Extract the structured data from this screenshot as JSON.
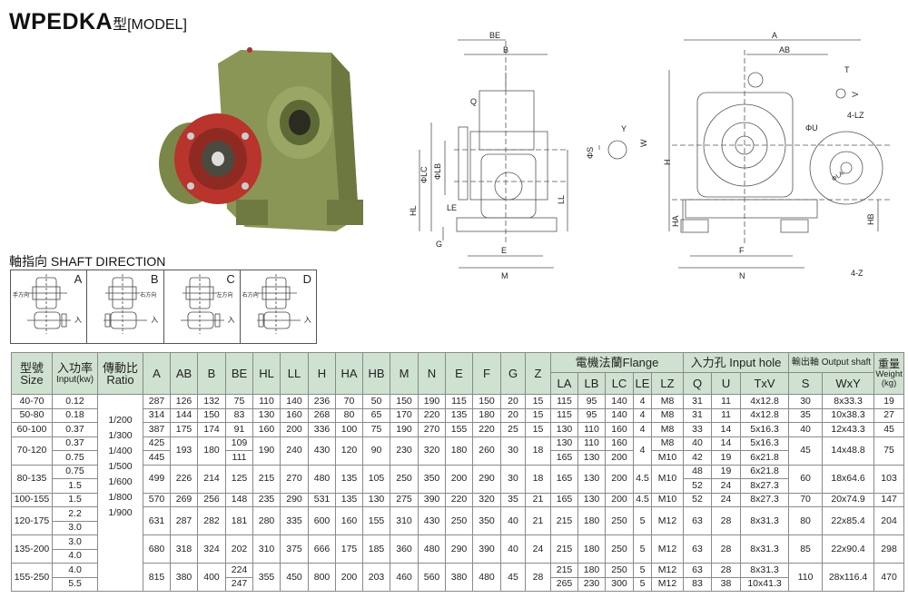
{
  "title": {
    "model": "WPEDKA",
    "suffix": "型[MODEL]"
  },
  "shaft_direction": {
    "title": "軸指向  SHAFT DIRECTION",
    "panels": [
      {
        "label": "A",
        "side_text": "手方向",
        "input_mark": "入"
      },
      {
        "label": "B",
        "side_text": "右方向",
        "input_mark": "入"
      },
      {
        "label": "C",
        "side_text": "左方向",
        "input_mark": "入"
      },
      {
        "label": "D",
        "side_text": "右方向",
        "input_mark": "入"
      }
    ]
  },
  "drawing_labels": {
    "BE": "BE",
    "B": "B",
    "Q": "Q",
    "LC": "ΦLC",
    "LB": "ΦLB",
    "HL": "HL",
    "LE": "LE",
    "G": "G",
    "E": "E",
    "M": "M",
    "LL": "LL",
    "Y": "Y",
    "S": "ΦS",
    "W": "W",
    "A": "A",
    "AB": "AB",
    "T": "T",
    "V": "V",
    "U": "ΦU",
    "LZ": "4-LZ",
    "H": "H",
    "HA": "HA",
    "HB": "HB",
    "F": "F",
    "N": "N",
    "Z": "4-Z",
    "LA": "ΦLA"
  },
  "table": {
    "headers": {
      "size": {
        "zh": "型號",
        "en": "Size"
      },
      "input": {
        "zh": "入功率",
        "en": "Input(kw)"
      },
      "ratio": {
        "zh": "傳動比",
        "en": "Ratio"
      },
      "flange": "電機法蘭Flange",
      "input_hole": "入力孔 Input hole",
      "output_shaft": "輸出軸 Output shaft",
      "weight": {
        "zh": "重量",
        "en": "Weight",
        "unit": "(kg)"
      }
    },
    "columns": [
      "A",
      "AB",
      "B",
      "BE",
      "HL",
      "LL",
      "H",
      "HA",
      "HB",
      "M",
      "N",
      "E",
      "F",
      "G",
      "Z",
      "LA",
      "LB",
      "LC",
      "LE",
      "LZ",
      "Q",
      "U",
      "TxV",
      "S",
      "WxY"
    ],
    "ratios": [
      "1/200",
      "1/300",
      "1/400",
      "1/500",
      "1/600",
      "1/800",
      "1/900"
    ],
    "rows": [
      {
        "size": "40-70",
        "inputs": [
          "0.12"
        ],
        "cells": {
          "A": "287",
          "AB": "126",
          "B": "132",
          "BE": "75",
          "HL": "110",
          "LL": "140",
          "H": "236",
          "HA": "70",
          "HB": "50",
          "M": "150",
          "N": "190",
          "E": "115",
          "F": "150",
          "G": "20",
          "Z": "15",
          "LA": "115",
          "LB": "95",
          "LC": "140",
          "LE": "4",
          "LZ": "M8",
          "Q": "31",
          "U": "11",
          "TxV": "4x12.8",
          "S": "30",
          "WxY": "8x33.3",
          "W": "19"
        }
      },
      {
        "size": "50-80",
        "inputs": [
          "0.18"
        ],
        "cells": {
          "A": "314",
          "AB": "144",
          "B": "150",
          "BE": "83",
          "HL": "130",
          "LL": "160",
          "H": "268",
          "HA": "80",
          "HB": "65",
          "M": "170",
          "N": "220",
          "E": "135",
          "F": "180",
          "G": "20",
          "Z": "15",
          "LA": "115",
          "LB": "95",
          "LC": "140",
          "LE": "4",
          "LZ": "M8",
          "Q": "31",
          "U": "11",
          "TxV": "4x12.8",
          "S": "35",
          "WxY": "10x38.3",
          "W": "27"
        }
      },
      {
        "size": "60-100",
        "inputs": [
          "0.37"
        ],
        "cells": {
          "A": "387",
          "AB": "175",
          "B": "174",
          "BE": "91",
          "HL": "160",
          "LL": "200",
          "H": "336",
          "HA": "100",
          "HB": "75",
          "M": "190",
          "N": "270",
          "E": "155",
          "F": "220",
          "G": "25",
          "Z": "15",
          "LA": "130",
          "LB": "110",
          "LC": "160",
          "LE": "4",
          "LZ": "M8",
          "Q": "33",
          "U": "14",
          "TxV": "5x16.3",
          "S": "40",
          "WxY": "12x43.3",
          "W": "45"
        }
      },
      {
        "size": "70-120",
        "inputs": [
          "0.37",
          "0.75"
        ],
        "cells": {
          "A": [
            "425",
            "445"
          ],
          "AB": "193",
          "B": "180",
          "BE": [
            "109",
            "111"
          ],
          "HL": "190",
          "LL": "240",
          "H": "430",
          "HA": "120",
          "HB": "90",
          "M": "230",
          "N": "320",
          "E": "180",
          "F": "260",
          "G": "30",
          "Z": "18",
          "LA": [
            "130",
            "165"
          ],
          "LB": [
            "110",
            "130"
          ],
          "LC": [
            "160",
            "200"
          ],
          "LE": "4",
          "LZ": [
            "M8",
            "M10"
          ],
          "Q": [
            "40",
            "42"
          ],
          "U": [
            "14",
            "19"
          ],
          "TxV": [
            "5x16.3",
            "6x21.8"
          ],
          "S": "45",
          "WxY": "14x48.8",
          "W": "75"
        }
      },
      {
        "size": "80-135",
        "inputs": [
          "0.75",
          "1.5"
        ],
        "cells": {
          "A": "499",
          "AB": "226",
          "B": "214",
          "BE": "125",
          "HL": "215",
          "LL": "270",
          "H": "480",
          "HA": "135",
          "HB": "105",
          "M": "250",
          "N": "350",
          "E": "200",
          "F": "290",
          "G": "30",
          "Z": "18",
          "LA": "165",
          "LB": "130",
          "LC": "200",
          "LE": "4.5",
          "LZ": "M10",
          "Q": [
            "48",
            "52"
          ],
          "U": [
            "19",
            "24"
          ],
          "TxV": [
            "6x21.8",
            "8x27.3"
          ],
          "S": "60",
          "WxY": "18x64.6",
          "W": "103"
        }
      },
      {
        "size": "100-155",
        "inputs": [
          "1.5"
        ],
        "cells": {
          "A": "570",
          "AB": "269",
          "B": "256",
          "BE": "148",
          "HL": "235",
          "LL": "290",
          "H": "531",
          "HA": "135",
          "HB": "130",
          "M": "275",
          "N": "390",
          "E": "220",
          "F": "320",
          "G": "35",
          "Z": "21",
          "LA": "165",
          "LB": "130",
          "LC": "200",
          "LE": "4.5",
          "LZ": "M10",
          "Q": "52",
          "U": "24",
          "TxV": "8x27.3",
          "S": "70",
          "WxY": "20x74.9",
          "W": "147"
        }
      },
      {
        "size": "120-175",
        "inputs": [
          "2.2",
          "3.0"
        ],
        "cells": {
          "A": "631",
          "AB": "287",
          "B": "282",
          "BE": "181",
          "HL": "280",
          "LL": "335",
          "H": "600",
          "HA": "160",
          "HB": "155",
          "M": "310",
          "N": "430",
          "E": "250",
          "F": "350",
          "G": "40",
          "Z": "21",
          "LA": "215",
          "LB": "180",
          "LC": "250",
          "LE": "5",
          "LZ": "M12",
          "Q": "63",
          "U": "28",
          "TxV": "8x31.3",
          "S": "80",
          "WxY": "22x85.4",
          "W": "204"
        }
      },
      {
        "size": "135-200",
        "inputs": [
          "3.0",
          "4.0"
        ],
        "cells": {
          "A": "680",
          "AB": "318",
          "B": "324",
          "BE": "202",
          "HL": "310",
          "LL": "375",
          "H": "666",
          "HA": "175",
          "HB": "185",
          "M": "360",
          "N": "480",
          "E": "290",
          "F": "390",
          "G": "40",
          "Z": "24",
          "LA": "215",
          "LB": "180",
          "LC": "250",
          "LE": "5",
          "LZ": "M12",
          "Q": "63",
          "U": "28",
          "TxV": "8x31.3",
          "S": "85",
          "WxY": "22x90.4",
          "W": "298"
        }
      },
      {
        "size": "155-250",
        "inputs": [
          "4.0",
          "5.5"
        ],
        "cells": {
          "A": "815",
          "AB": "380",
          "B": "400",
          "BE": [
            "224",
            "247"
          ],
          "HL": "355",
          "LL": "450",
          "H": "800",
          "HA": "200",
          "HB": "203",
          "M": "460",
          "N": "560",
          "E": "380",
          "F": "480",
          "G": "45",
          "Z": "28",
          "LA": [
            "215",
            "265"
          ],
          "LB": [
            "180",
            "230"
          ],
          "LC": [
            "250",
            "300"
          ],
          "LE": [
            "5",
            "5"
          ],
          "LZ": [
            "M12",
            "M12"
          ],
          "Q": [
            "63",
            "83"
          ],
          "U": [
            "28",
            "38"
          ],
          "TxV": [
            "8x31.3",
            "10x41.3"
          ],
          "S": "110",
          "WxY": "28x116.4",
          "W": "470"
        }
      }
    ]
  },
  "colors": {
    "header_bg": "#cfe1d0",
    "body_green": "#7f8c4c",
    "flange_red": "#b8342c"
  }
}
